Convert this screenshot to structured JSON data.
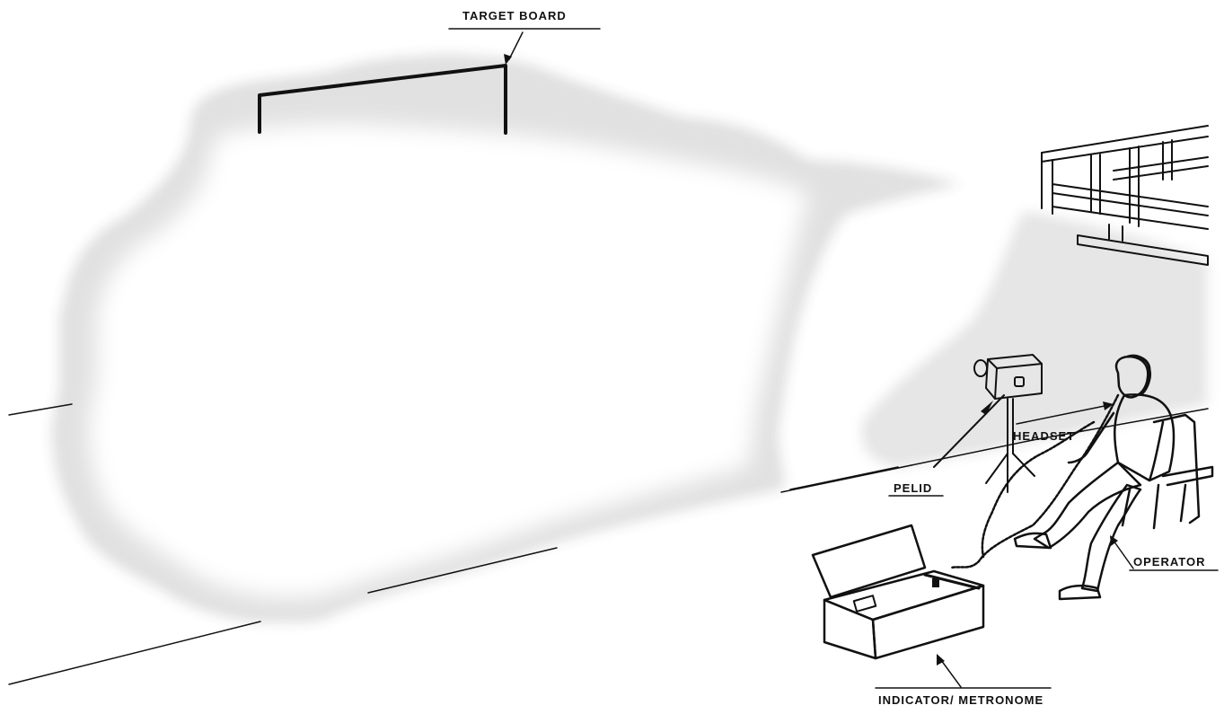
{
  "labels": {
    "target_board": "TARGET BOARD",
    "headset": "HEADSET",
    "pelid": "PELID",
    "operator": "OPERATOR",
    "indicator_metronome": "INDICATOR/ METRONOME"
  },
  "colors": {
    "ink": "#111111",
    "stipple": "#8a8a8a",
    "background": "#ffffff"
  }
}
